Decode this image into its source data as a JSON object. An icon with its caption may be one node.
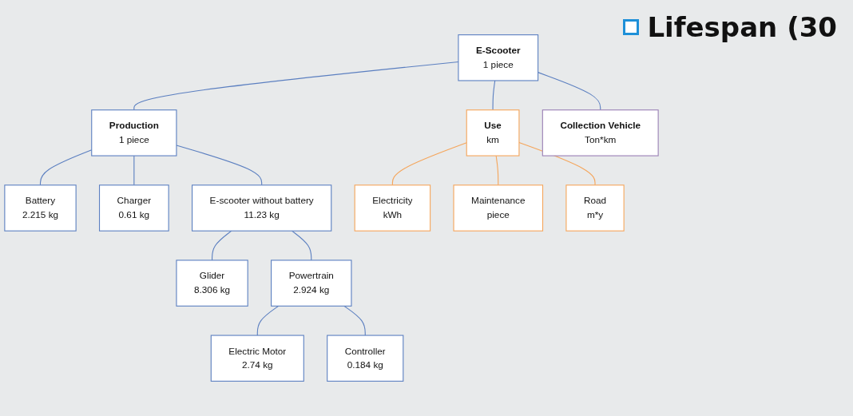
{
  "diagram": {
    "title": "Lifespan (30",
    "nodes": [
      {
        "text": [
          "E-Scooter",
          "1 piece"
        ]
      },
      {
        "text": [
          "Production",
          "1 piece"
        ]
      },
      {
        "text": [
          "Use",
          "km"
        ]
      },
      {
        "text": [
          "Collection Vehicle",
          "Ton*km"
        ]
      },
      {
        "text": [
          "Battery",
          "2.215 kg"
        ]
      },
      {
        "text": [
          "Charger",
          "0.61 kg"
        ]
      },
      {
        "text": [
          "E-scooter without battery",
          "11.23 kg"
        ]
      },
      {
        "text": [
          "Electricity",
          "kWh"
        ]
      },
      {
        "text": [
          "Maintenance",
          "piece"
        ]
      },
      {
        "text": [
          "Road",
          "m*y"
        ]
      },
      {
        "text": [
          "Glider",
          "8.306 kg"
        ]
      },
      {
        "text": [
          "Powertrain",
          "2.924 kg"
        ]
      },
      {
        "text": [
          "Electric Motor",
          "2.74 kg"
        ]
      },
      {
        "text": [
          "Controller",
          "0.184 kg"
        ]
      }
    ],
    "edges": [
      {
        "from": 0,
        "to": 1,
        "arrow": "none"
      },
      {
        "from": 0,
        "to": 2,
        "arrow": "none"
      },
      {
        "from": 0,
        "to": 3,
        "arrow": "none"
      },
      {
        "from": 1,
        "to": 4,
        "arrow": "none"
      },
      {
        "from": 1,
        "to": 5,
        "arrow": "none"
      },
      {
        "from": 1,
        "to": 6,
        "arrow": "none"
      },
      {
        "from": 2,
        "to": 7,
        "arrow": "none",
        "color": "#f5a55a"
      },
      {
        "from": 2,
        "to": 8,
        "arrow": "none",
        "color": "#f5a55a"
      },
      {
        "from": 2,
        "to": 9,
        "arrow": "none",
        "color": "#f5a55a"
      },
      {
        "from": 6,
        "to": 10,
        "arrow": "none"
      },
      {
        "from": 6,
        "to": 11,
        "arrow": "none"
      },
      {
        "from": 11,
        "to": 12,
        "arrow": "none"
      },
      {
        "from": 11,
        "to": 13,
        "arrow": "none"
      }
    ]
  }
}
